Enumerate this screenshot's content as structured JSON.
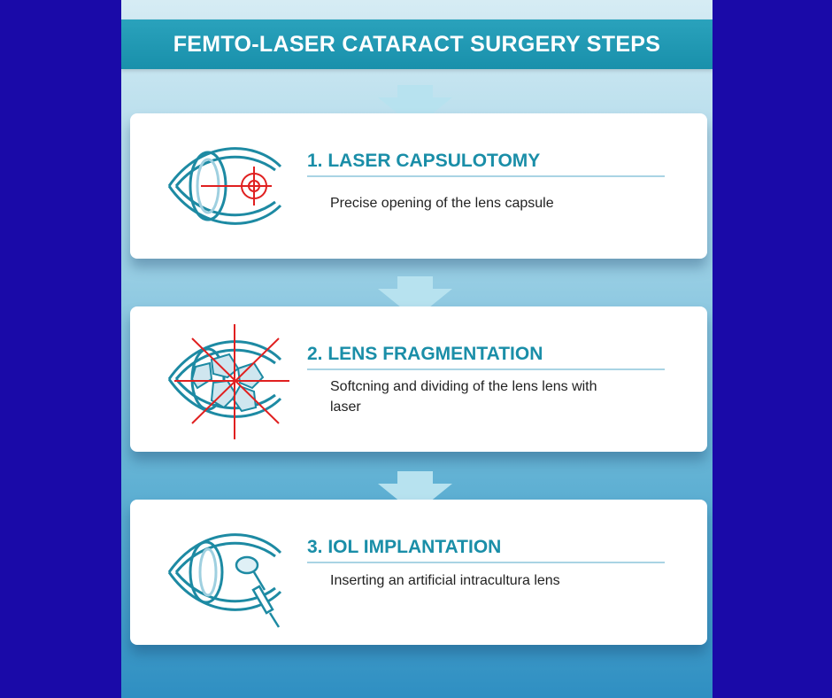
{
  "header": {
    "title": "FEMTO-LASER CATARACT SURGERY STEPS"
  },
  "steps": [
    {
      "title": "1. LASER CAPSULOTOMY",
      "description": "Precise opening of the lens capsule",
      "icon": "eye-capsulotomy-icon"
    },
    {
      "title": "2. LENS FRAGMENTATION",
      "description": "Softcning and dividing of the lens lens with laser",
      "icon": "eye-fragmentation-icon"
    },
    {
      "title": "3. IOL IMPLANTATION",
      "description": "Inserting an artificial intracultura lens",
      "icon": "eye-implant-icon"
    }
  ],
  "colors": {
    "outer_background": "#1a0aa8",
    "banner": "#1990ab",
    "title_teal": "#1a8ea8",
    "line_teal": "#1d8aa3",
    "laser_red": "#e02020",
    "arrow": "#b7e2ef"
  }
}
